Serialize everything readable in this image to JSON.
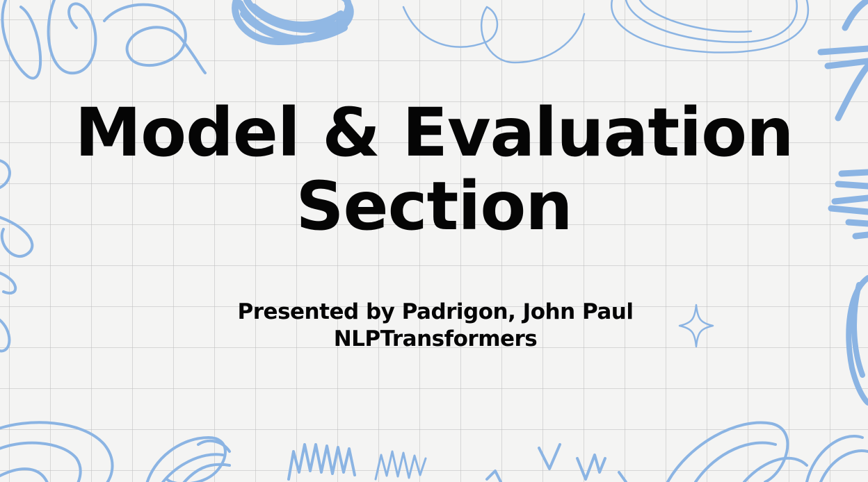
{
  "slide": {
    "title_line1": "Model & Evaluation",
    "title_line2": "Section",
    "presenter_line": "Presented by Padrigon, John Paul",
    "team_line": "NLPTransformers"
  },
  "colors": {
    "background": "#f4f4f3",
    "grid": "#bebebe",
    "accent_blue": "#8bb4e3",
    "text": "#050505"
  },
  "icons": [
    "sparkle-icon",
    "scribble-doodles",
    "zigzag-doodles"
  ]
}
